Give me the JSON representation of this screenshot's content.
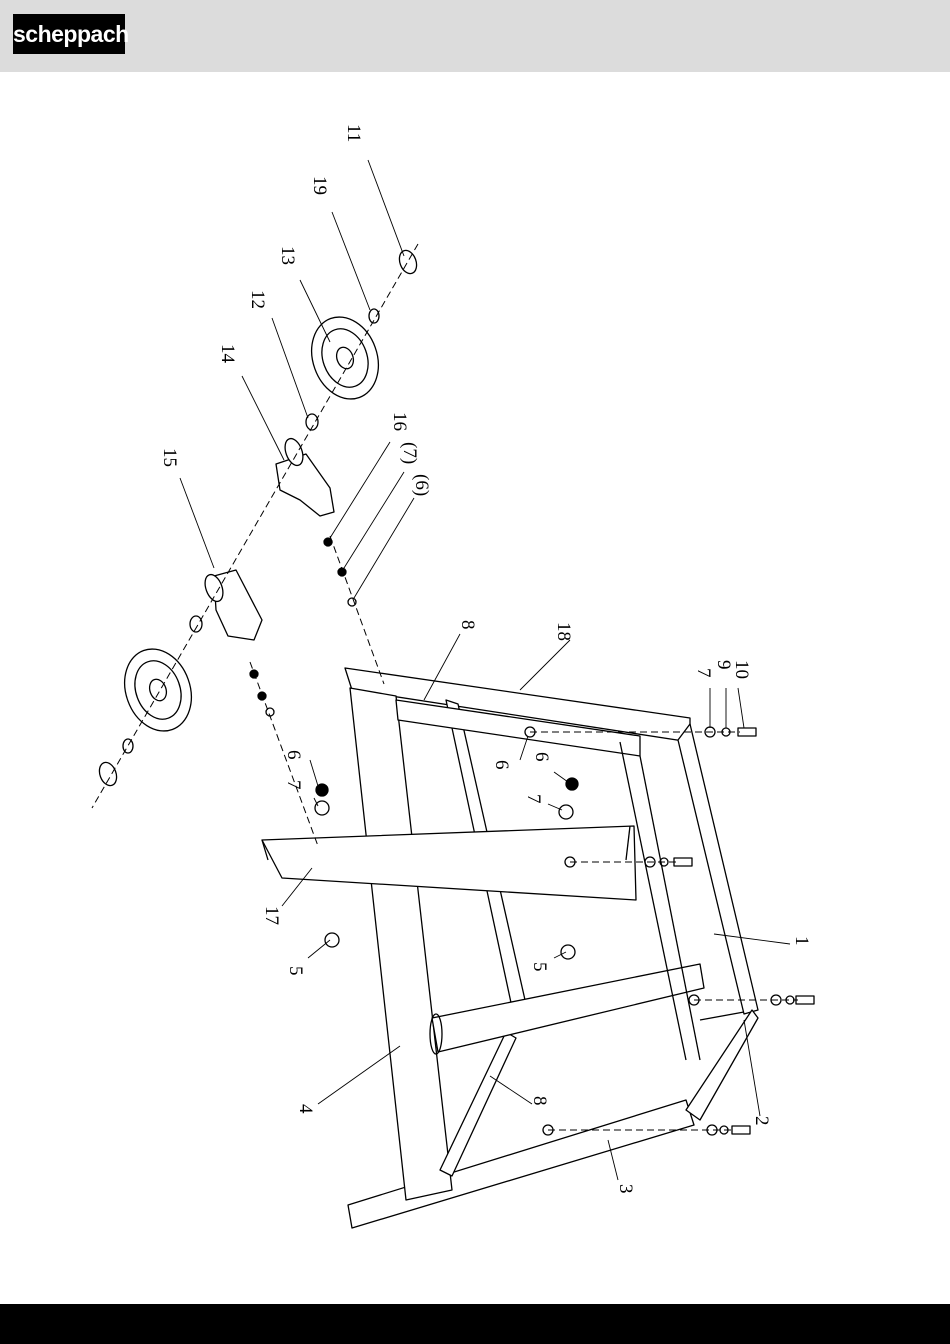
{
  "header": {
    "brand": "scheppach"
  },
  "diagram": {
    "callouts": [
      {
        "id": "c11",
        "text": "11"
      },
      {
        "id": "c19",
        "text": "19"
      },
      {
        "id": "c13",
        "text": "13"
      },
      {
        "id": "c12",
        "text": "12"
      },
      {
        "id": "c14",
        "text": "14"
      },
      {
        "id": "c16",
        "text": "16"
      },
      {
        "id": "c7p",
        "text": "(7)"
      },
      {
        "id": "c6p",
        "text": "(6)"
      },
      {
        "id": "c15",
        "text": "15"
      },
      {
        "id": "c8a",
        "text": "8"
      },
      {
        "id": "c18",
        "text": "18"
      },
      {
        "id": "c10",
        "text": "10"
      },
      {
        "id": "c9",
        "text": "9"
      },
      {
        "id": "c7a",
        "text": "7"
      },
      {
        "id": "c6a",
        "text": "6"
      },
      {
        "id": "c6b",
        "text": "6"
      },
      {
        "id": "c7b",
        "text": "7"
      },
      {
        "id": "c6c",
        "text": "6"
      },
      {
        "id": "c7c",
        "text": "7"
      },
      {
        "id": "c17",
        "text": "17"
      },
      {
        "id": "c5a",
        "text": "5"
      },
      {
        "id": "c5b",
        "text": "5"
      },
      {
        "id": "c1",
        "text": "1"
      },
      {
        "id": "c4",
        "text": "4"
      },
      {
        "id": "c8b",
        "text": "8"
      },
      {
        "id": "c2",
        "text": "2"
      },
      {
        "id": "c3",
        "text": "3"
      }
    ]
  }
}
